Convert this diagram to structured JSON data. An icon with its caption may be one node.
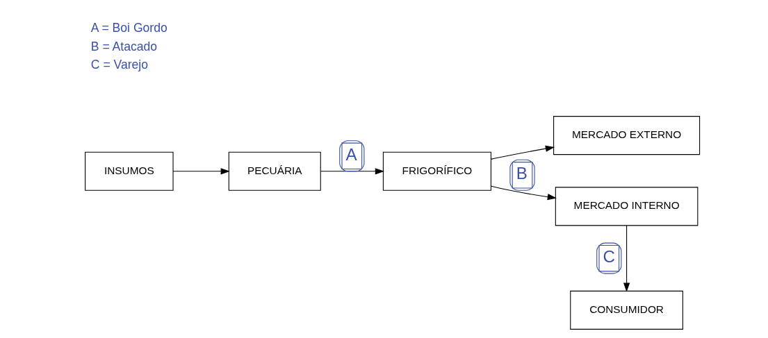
{
  "diagram": {
    "nodes": [
      {
        "text": [
          "INSUMOS"
        ]
      },
      {
        "text": [
          "PECUÁRIA"
        ]
      },
      {
        "text": [
          "FRIGORÍFICO"
        ]
      },
      {
        "text": [
          "MERCADO EXTERNO"
        ]
      },
      {
        "text": [
          "MERCADO INTERNO"
        ]
      },
      {
        "text": [
          "CONSUMIDOR"
        ]
      }
    ],
    "edges": [
      {
        "from": 0,
        "to": 1,
        "arrow": "to"
      },
      {
        "from": 1,
        "to": 2,
        "arrow": "to",
        "label": "A"
      },
      {
        "from": 2,
        "to": 3,
        "arrow": "to"
      },
      {
        "from": 2,
        "to": 4,
        "arrow": "to",
        "label": "B"
      },
      {
        "from": 4,
        "to": 5,
        "arrow": "to",
        "label": "C"
      }
    ],
    "labels": [
      "A = Boi Gordo",
      "B = Atacado",
      "C = Varejo"
    ]
  }
}
